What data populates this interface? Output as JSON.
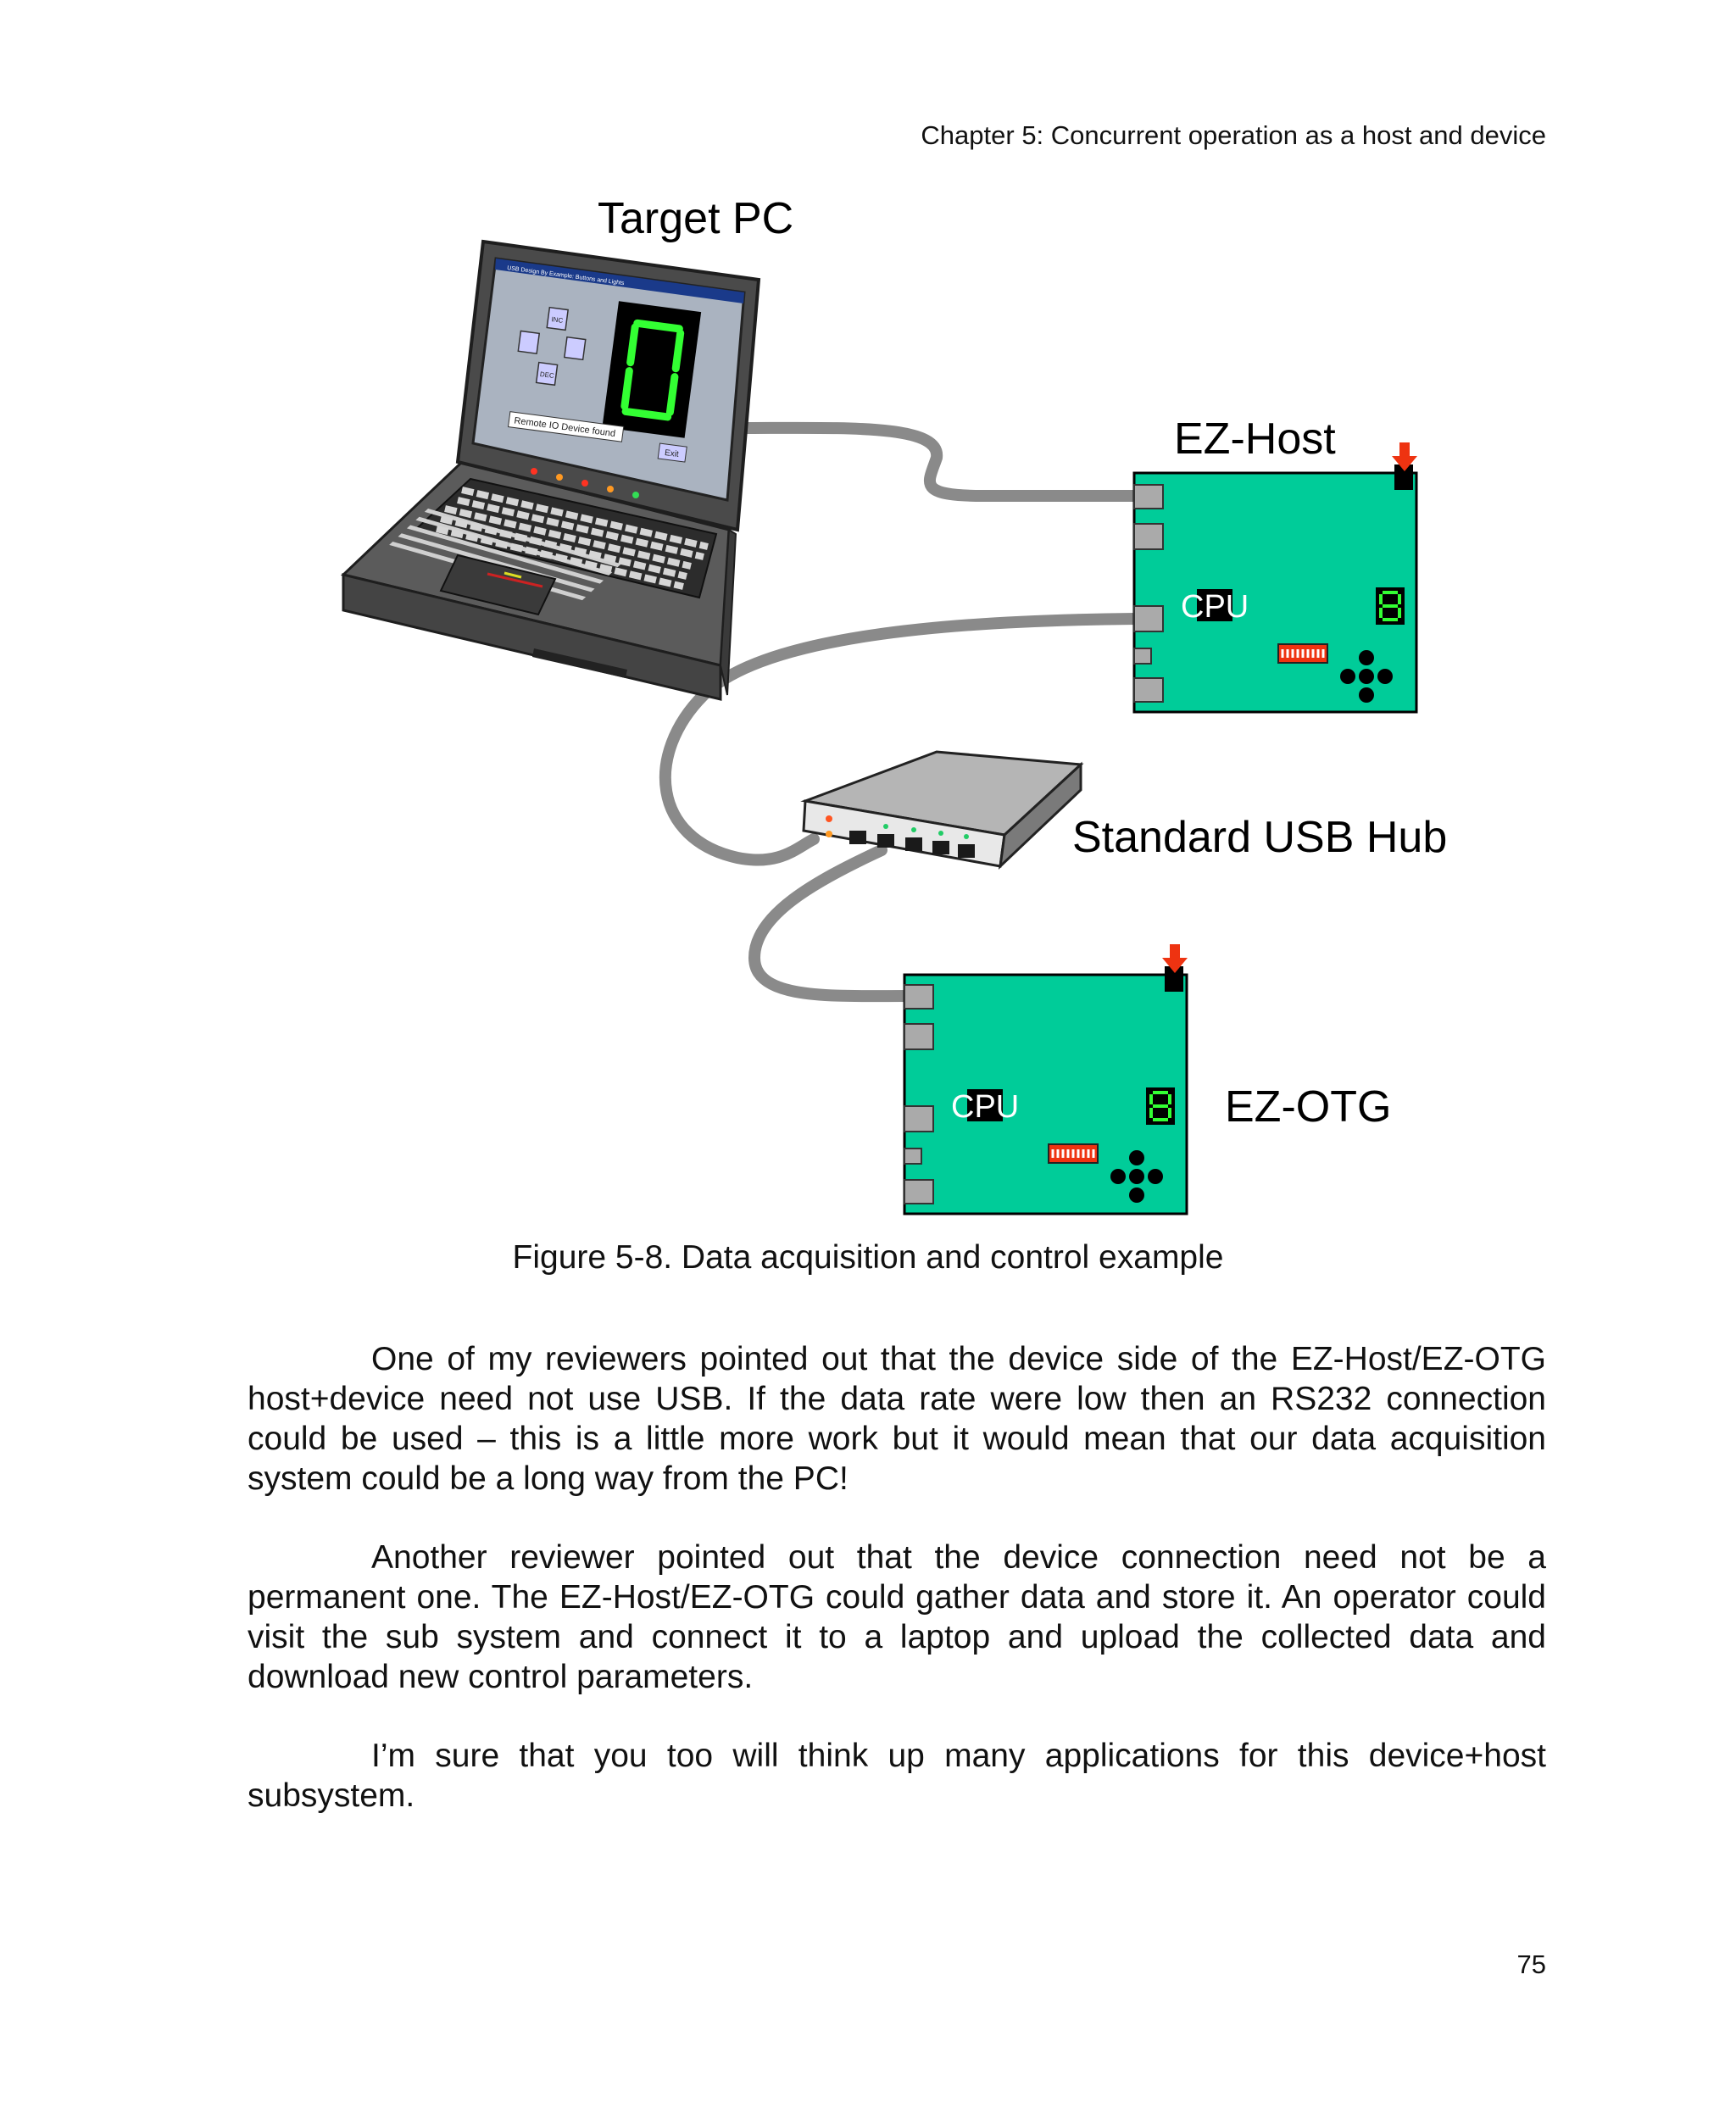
{
  "header": {
    "running_title": "Chapter 5:  Concurrent operation as a host and device"
  },
  "figure": {
    "labels": {
      "target_pc": "Target PC",
      "ez_host": "EZ-Host",
      "usb_hub": "Standard USB Hub",
      "ez_otg": "EZ-OTG"
    },
    "chip_label": "CPU",
    "laptop_screen": {
      "window_title": "USB Design By Example: Buttons and Lights",
      "inc_button": "INC",
      "dec_button": "DEC",
      "status_text": "Remote IO Device found",
      "exit_button": "Exit"
    },
    "caption": "Figure 5-8.  Data acquisition and control example"
  },
  "body": {
    "paragraph_1": "One of my reviewers pointed out that the device side of the EZ-Host/EZ-OTG host+device need not use USB.  If the data rate were low then an RS232 connection could be used – this is a little more work but it would mean that our data acquisition system could be a long way from the PC!",
    "paragraph_2": "Another reviewer pointed out that the device connection need not be a permanent one.  The EZ-Host/EZ-OTG could gather data and store it.  An operator could visit the sub system and connect it to a laptop and upload the collected data and download new control parameters.",
    "paragraph_3": "I’m sure that you too will think up many applications for this device+host subsystem."
  },
  "page_number": "75",
  "colors": {
    "board_green": "#00cc99",
    "cable_gray": "#8a8a8a",
    "seven_segment_green": "#33ff33",
    "indicator_red": "#ee3311"
  }
}
